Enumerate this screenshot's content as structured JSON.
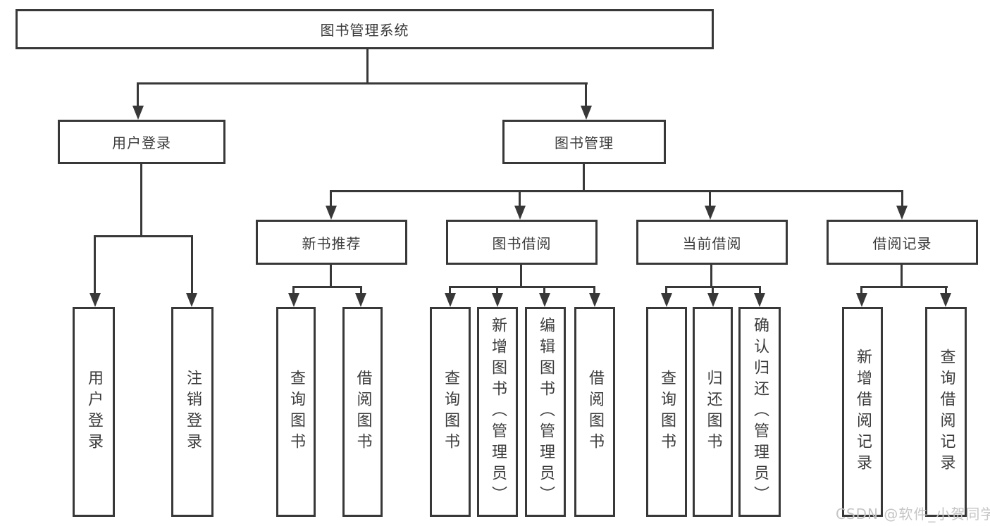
{
  "colors": {
    "line": "#383838",
    "text": "#3b3b3b",
    "box_fill": "#ffffff",
    "background": "#ffffff",
    "watermark_text_color": "#c5c5c5"
  },
  "watermark": {
    "text": "CSDN @软件_小贺同学"
  },
  "tree": {
    "root": "图书管理系统",
    "level2": [
      "用户登录",
      "图书管理"
    ],
    "level3": [
      "新书推荐",
      "图书借阅",
      "当前借阅",
      "借阅记录"
    ],
    "leaves_user": [
      "用户登录",
      "注销登录"
    ],
    "leaves_recommend": [
      "查询图书",
      "借阅图书"
    ],
    "leaves_borrow": [
      "查询图书",
      "新增图书（管理员）",
      "编辑图书（管理员）",
      "借阅图书"
    ],
    "leaves_current": [
      "查询图书",
      "归还图书",
      "确认归还（管理员）"
    ],
    "leaves_records": [
      "新增借阅记录",
      "查询借阅记录"
    ]
  }
}
